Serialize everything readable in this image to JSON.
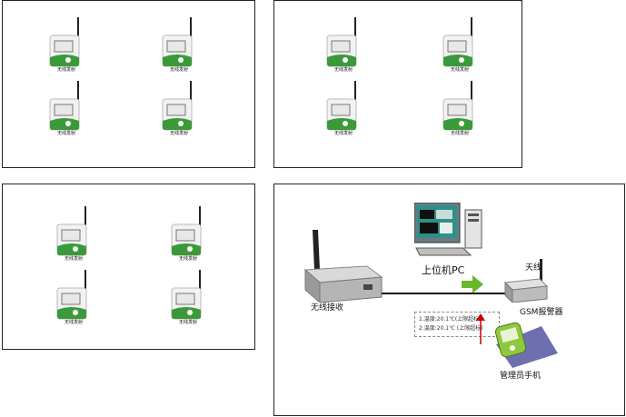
{
  "sensor_label": "无线发射",
  "gateway": {
    "receiver_label": "无线接收",
    "pc_label": "上位机PC",
    "antenna_label": "天线",
    "alarm_label": "GSM报警器",
    "phone_label": "管理员手机",
    "readings": [
      "1.温度:20.1℃(上限超标)",
      "2.温度:20.1℃ (上限超标)"
    ]
  },
  "colors": {
    "sensor_body": "#f2f2f2",
    "sensor_green": "#3a9a3a",
    "screen": "#e6e9e6",
    "arrow_green": "#6ab82a",
    "alarm_red": "#c00000"
  }
}
